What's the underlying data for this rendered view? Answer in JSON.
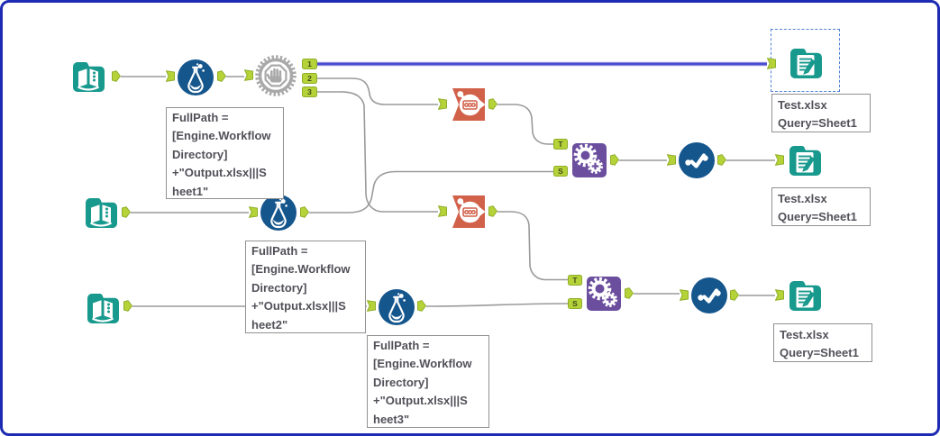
{
  "app": {
    "name": "workflow-canvas"
  },
  "theme": {
    "frame_border": "#1c2bb2",
    "canvas_bg": "#ffffff",
    "teal": "#18998d",
    "blue": "#15568d",
    "orange": "#d2614a",
    "purple": "#6b4e9e",
    "gray": "#a9a9a9",
    "anchor_lime": "#b5d338",
    "anchor_border": "#8fae29",
    "wire": "#9a9a9a",
    "wire_selected": "#4a4ad0",
    "selection": "#4f81d8",
    "annotation_text": "#515159",
    "annotation_border": "#919191"
  },
  "anchors": {
    "bud": [
      "1",
      "2",
      "3"
    ],
    "t": "T",
    "s": "S"
  },
  "annotations": {
    "formula1": {
      "lines": [
        "FullPath =",
        "[Engine.Workflow",
        "Directory]",
        "+\"Output.xlsx|||S",
        "heet1\""
      ]
    },
    "formula2": {
      "lines": [
        "FullPath =",
        "[Engine.Workflow",
        "Directory]",
        "+\"Output.xlsx|||S",
        "heet2\""
      ]
    },
    "formula3": {
      "lines": [
        "FullPath =",
        "[Engine.Workflow",
        "Directory]",
        "+\"Output.xlsx|||S",
        "heet3\""
      ]
    },
    "output_top": {
      "lines": [
        "Test.xlsx",
        "Query=Sheet1"
      ]
    },
    "output_mid": {
      "lines": [
        "Test.xlsx",
        "Query=Sheet1"
      ]
    },
    "output_bottom": {
      "lines": [
        "Test.xlsx",
        "Query=Sheet1"
      ]
    }
  },
  "icons": {
    "input": "book-input-icon",
    "output": "document-output-icon",
    "formula": "flask-formula-icon",
    "block_until_done": "hand-gear-icon",
    "count_records": "tally-counter-icon",
    "macro": "gears-macro-icon",
    "check": "checkmark-circle-icon"
  }
}
